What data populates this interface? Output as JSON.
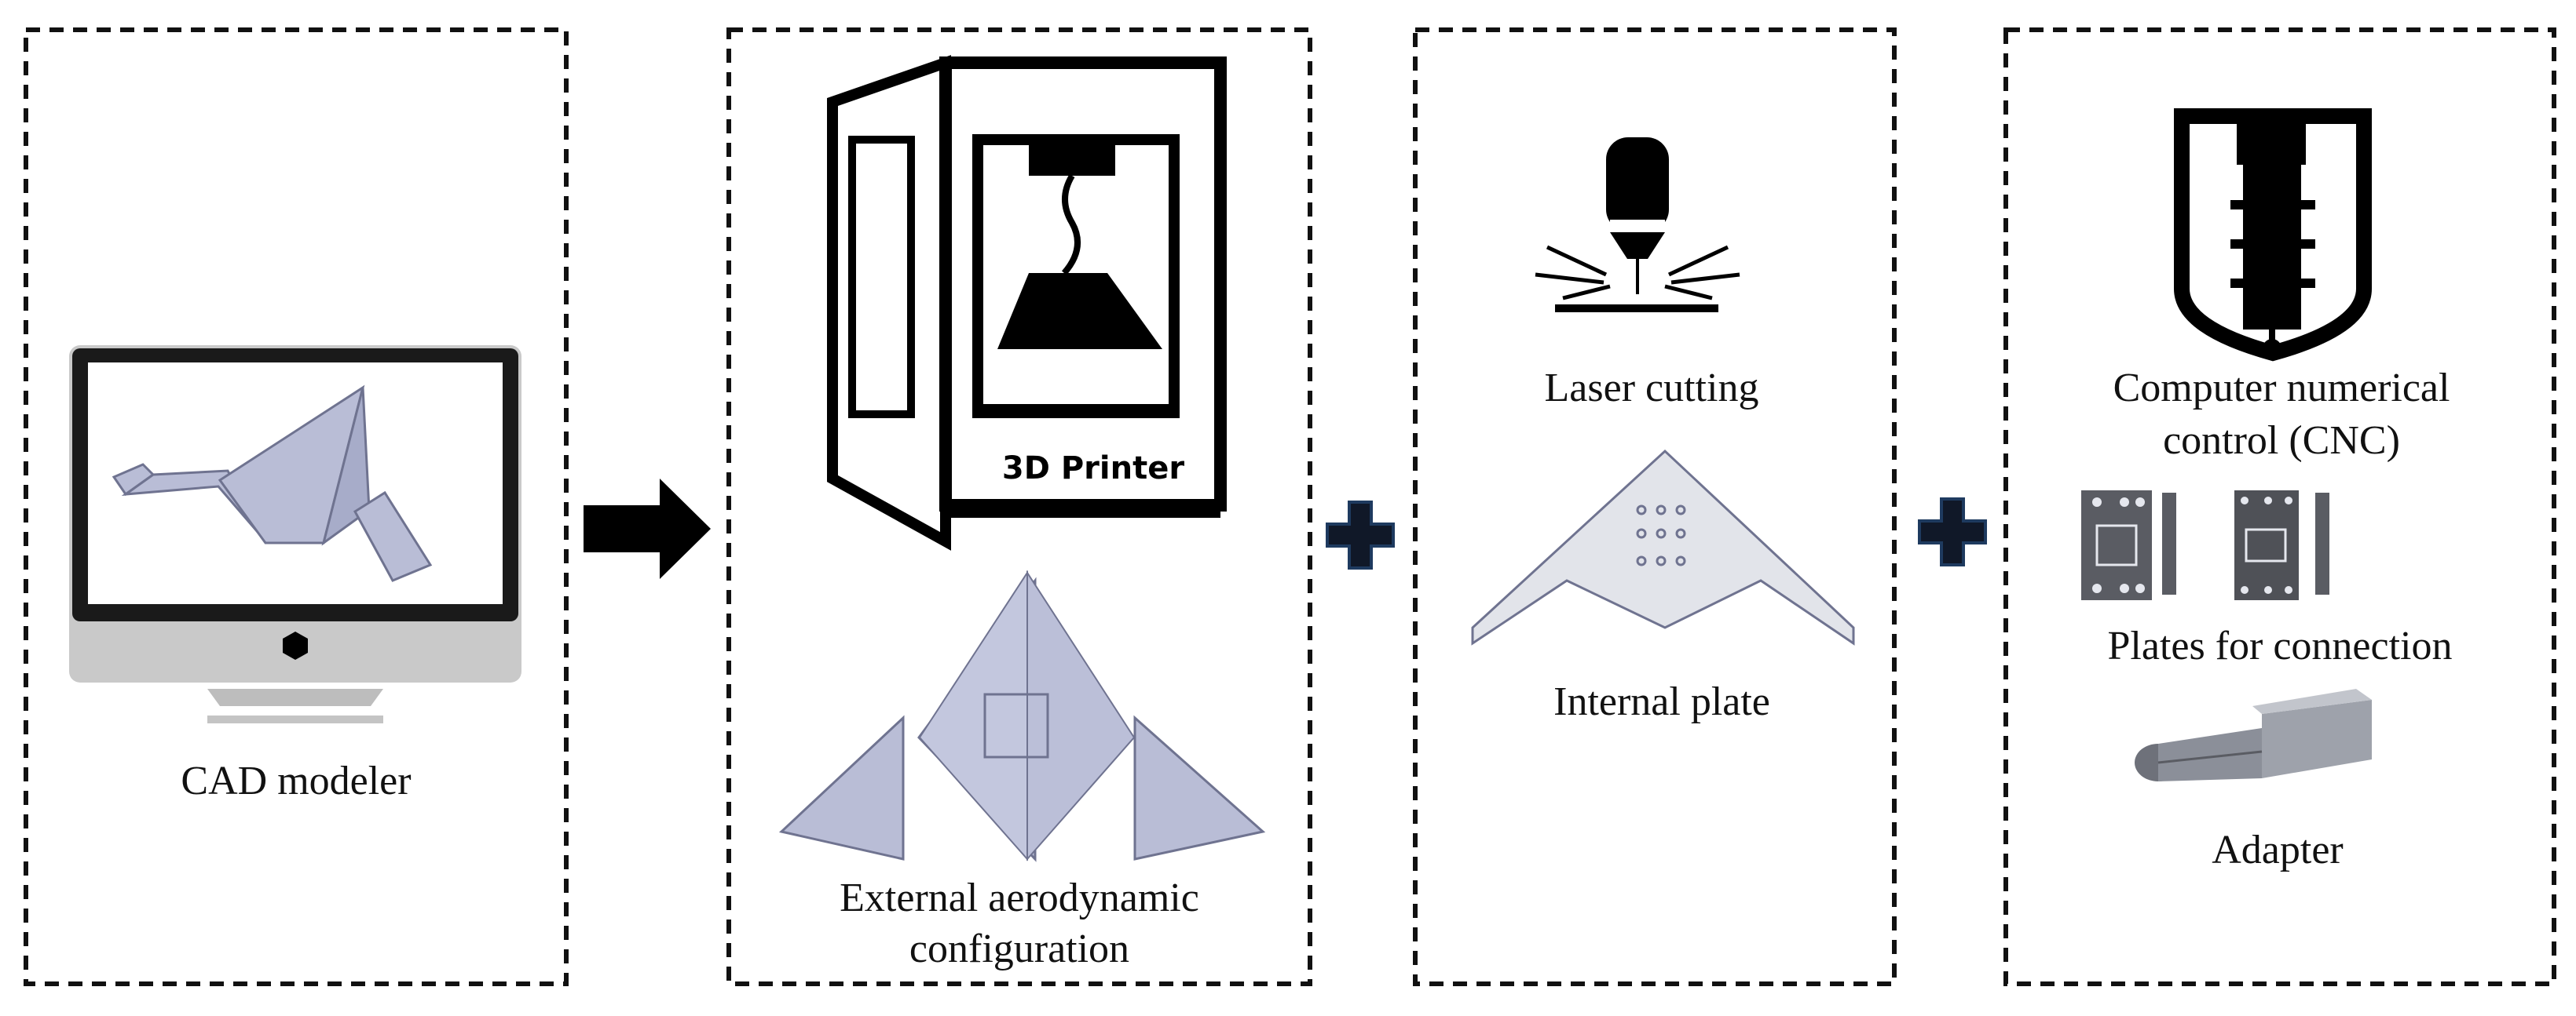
{
  "panels": [
    {
      "id": "cad",
      "labels": [
        "CAD modeler"
      ]
    },
    {
      "id": "printing",
      "printer_text": "3D Printer",
      "labels": [
        "External aerodynamic",
        "configuration"
      ]
    },
    {
      "id": "laser",
      "labels": [
        "Laser cutting",
        "Internal plate"
      ]
    },
    {
      "id": "cnc",
      "labels": [
        "Computer numerical",
        "control (CNC)",
        "Plates for connection",
        "Adapter"
      ]
    }
  ],
  "connectors": [
    "arrow",
    "plus",
    "plus"
  ],
  "colors": {
    "border": "#111111",
    "part_fill": "#b9bdd6",
    "part_stroke": "#6f7390",
    "monitor_body": "#c9c9c9",
    "monitor_bezel": "#1a1a1a",
    "plate_dark": "#5a5c63",
    "plus_fill": "#101828"
  }
}
